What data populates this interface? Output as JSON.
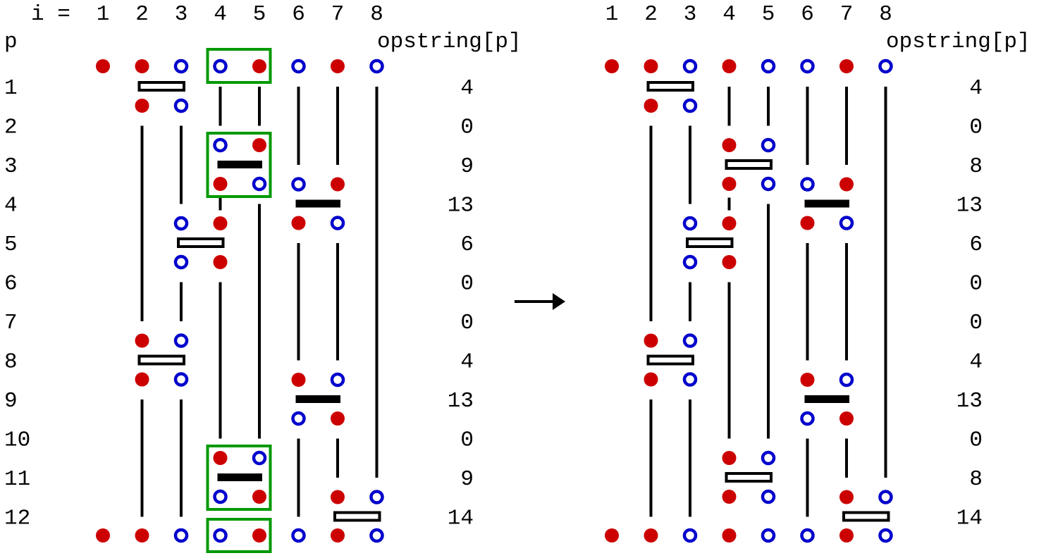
{
  "colors": {
    "red": "#cc0000",
    "blue": "#0000cc",
    "highlight": "#009900",
    "ink": "#000000"
  },
  "header": {
    "i_label": "i =",
    "p_label": "p",
    "op_label": "opstring[p]"
  },
  "columns": [
    "1",
    "2",
    "3",
    "4",
    "5",
    "6",
    "7",
    "8"
  ],
  "rows": [
    "1",
    "2",
    "3",
    "4",
    "5",
    "6",
    "7",
    "8",
    "9",
    "10",
    "11",
    "12"
  ],
  "wires": [
    [],
    [
      [
        2,
        7
      ],
      [
        9,
        12
      ]
    ],
    [
      [
        2,
        4
      ],
      [
        6,
        7
      ],
      [
        9,
        12
      ]
    ],
    [
      [
        1,
        2
      ],
      [
        4,
        4
      ],
      [
        6,
        10
      ]
    ],
    [
      [
        1,
        2
      ],
      [
        4,
        10
      ]
    ],
    [
      [
        1,
        3
      ],
      [
        5,
        8
      ],
      [
        10,
        12
      ]
    ],
    [
      [
        1,
        3
      ],
      [
        5,
        8
      ],
      [
        10,
        11
      ]
    ],
    [
      [
        1,
        11
      ]
    ]
  ],
  "left": {
    "opstring": [
      "4",
      "0",
      "9",
      "13",
      "6",
      "0",
      "0",
      "4",
      "13",
      "0",
      "9",
      "14"
    ],
    "top": [
      "red",
      "red",
      "blue",
      "blue",
      "red",
      "blue",
      "red",
      "blue"
    ],
    "bottom": [
      "red",
      "red",
      "blue",
      "blue",
      "red",
      "blue",
      "red",
      "blue"
    ],
    "gates": [
      {
        "p": 1,
        "cols": [
          2,
          3
        ],
        "type": "open",
        "above": [
          "red",
          "blue"
        ],
        "below": [
          "red",
          "blue"
        ]
      },
      {
        "p": 3,
        "cols": [
          4,
          5
        ],
        "type": "filled",
        "above": [
          "blue",
          "red"
        ],
        "below": [
          "red",
          "blue"
        ]
      },
      {
        "p": 4,
        "cols": [
          6,
          7
        ],
        "type": "filled",
        "above": [
          "blue",
          "red"
        ],
        "below": [
          "red",
          "blue"
        ]
      },
      {
        "p": 5,
        "cols": [
          3,
          4
        ],
        "type": "open",
        "above": [
          "blue",
          "red"
        ],
        "below": [
          "blue",
          "red"
        ]
      },
      {
        "p": 8,
        "cols": [
          2,
          3
        ],
        "type": "open",
        "above": [
          "red",
          "blue"
        ],
        "below": [
          "red",
          "blue"
        ]
      },
      {
        "p": 9,
        "cols": [
          6,
          7
        ],
        "type": "filled",
        "above": [
          "red",
          "blue"
        ],
        "below": [
          "blue",
          "red"
        ]
      },
      {
        "p": 11,
        "cols": [
          4,
          5
        ],
        "type": "filled",
        "above": [
          "red",
          "blue"
        ],
        "below": [
          "blue",
          "red"
        ]
      },
      {
        "p": 12,
        "cols": [
          7,
          8
        ],
        "type": "open",
        "above": [
          "red",
          "blue"
        ],
        "below": [
          "red",
          "blue"
        ]
      }
    ],
    "highlights": [
      "top",
      3,
      11,
      "bottom"
    ]
  },
  "right": {
    "opstring": [
      "4",
      "0",
      "8",
      "13",
      "6",
      "0",
      "0",
      "4",
      "13",
      "0",
      "8",
      "14"
    ],
    "top": [
      "red",
      "red",
      "blue",
      "red",
      "blue",
      "blue",
      "red",
      "blue"
    ],
    "bottom": [
      "red",
      "red",
      "blue",
      "red",
      "blue",
      "blue",
      "red",
      "blue"
    ],
    "gates": [
      {
        "p": 1,
        "cols": [
          2,
          3
        ],
        "type": "open",
        "above": [
          "red",
          "blue"
        ],
        "below": [
          "red",
          "blue"
        ]
      },
      {
        "p": 3,
        "cols": [
          4,
          5
        ],
        "type": "open",
        "above": [
          "red",
          "blue"
        ],
        "below": [
          "red",
          "blue"
        ]
      },
      {
        "p": 4,
        "cols": [
          6,
          7
        ],
        "type": "filled",
        "above": [
          "blue",
          "red"
        ],
        "below": [
          "red",
          "blue"
        ]
      },
      {
        "p": 5,
        "cols": [
          3,
          4
        ],
        "type": "open",
        "above": [
          "blue",
          "red"
        ],
        "below": [
          "blue",
          "red"
        ]
      },
      {
        "p": 8,
        "cols": [
          2,
          3
        ],
        "type": "open",
        "above": [
          "red",
          "blue"
        ],
        "below": [
          "red",
          "blue"
        ]
      },
      {
        "p": 9,
        "cols": [
          6,
          7
        ],
        "type": "filled",
        "above": [
          "red",
          "blue"
        ],
        "below": [
          "blue",
          "red"
        ]
      },
      {
        "p": 11,
        "cols": [
          4,
          5
        ],
        "type": "open",
        "above": [
          "red",
          "blue"
        ],
        "below": [
          "red",
          "blue"
        ]
      },
      {
        "p": 12,
        "cols": [
          7,
          8
        ],
        "type": "open",
        "above": [
          "red",
          "blue"
        ],
        "below": [
          "red",
          "blue"
        ]
      }
    ],
    "highlights": []
  },
  "arrow": {
    "icon": "right-arrow-icon"
  }
}
